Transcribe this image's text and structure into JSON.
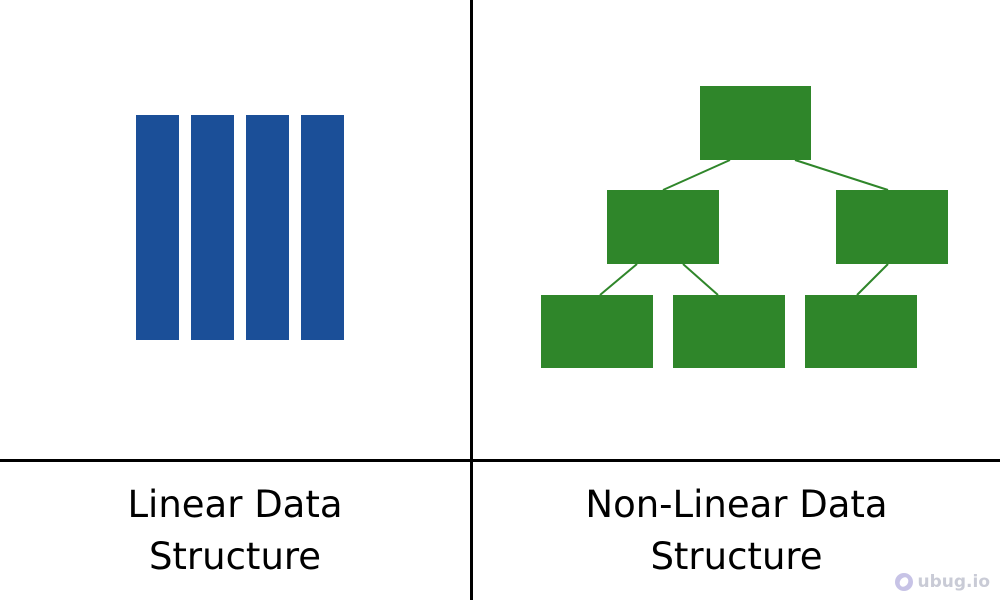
{
  "captions": {
    "linear_line1": "Linear Data",
    "linear_line2": "Structure",
    "nonlinear_line1": "Non-Linear Data",
    "nonlinear_line2": "Structure"
  },
  "watermark": {
    "text": "ubug.io",
    "icon": "ubug-logo-icon"
  },
  "linear_diagram": {
    "bar_count": 4,
    "color": "#1b4f98"
  },
  "tree_diagram": {
    "color": "#2f862a",
    "edge_color": "#2f862a",
    "levels": [
      1,
      2,
      3
    ],
    "edges": [
      [
        "root",
        "left"
      ],
      [
        "root",
        "right"
      ],
      [
        "left",
        "left-left"
      ],
      [
        "left",
        "left-right"
      ],
      [
        "right",
        "right-left"
      ]
    ]
  }
}
